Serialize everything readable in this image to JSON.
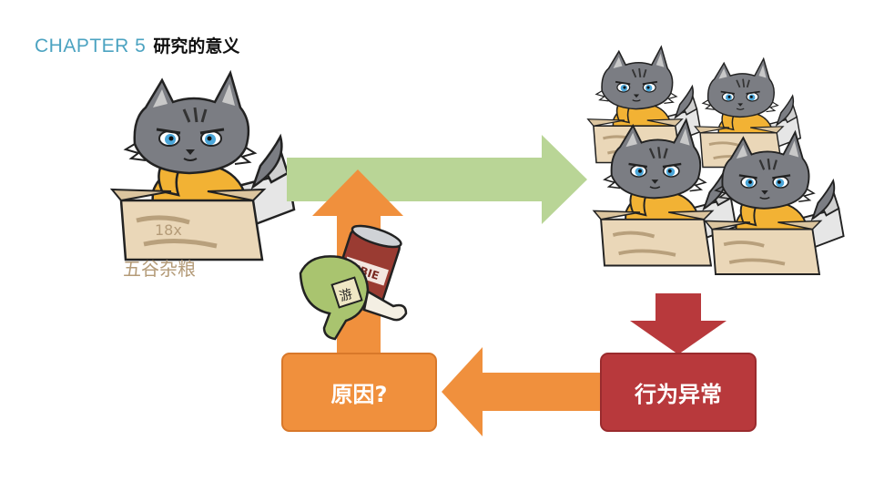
{
  "header": {
    "chapter": "CHAPTER 5",
    "title": "研究的意义"
  },
  "flow": {
    "cause_label": "原因?",
    "behavior_label": "行为异常"
  },
  "illustration": {
    "box_stamp_top": "18x",
    "box_stamp_main": "五谷杂粮",
    "drumstick_tag": "游",
    "can_label": "MBIE"
  },
  "colors": {
    "header_blue": "#4ca3c1",
    "green_arrow": "#b9d596",
    "orange": "#f0903d",
    "red": "#b8393c",
    "cat_fur": "#7b7d83",
    "shirt": "#f2b234",
    "box": "#ead7b8"
  },
  "icons": [
    "right-arrow-icon",
    "up-arrow-icon",
    "down-arrow-icon",
    "left-arrow-icon"
  ]
}
